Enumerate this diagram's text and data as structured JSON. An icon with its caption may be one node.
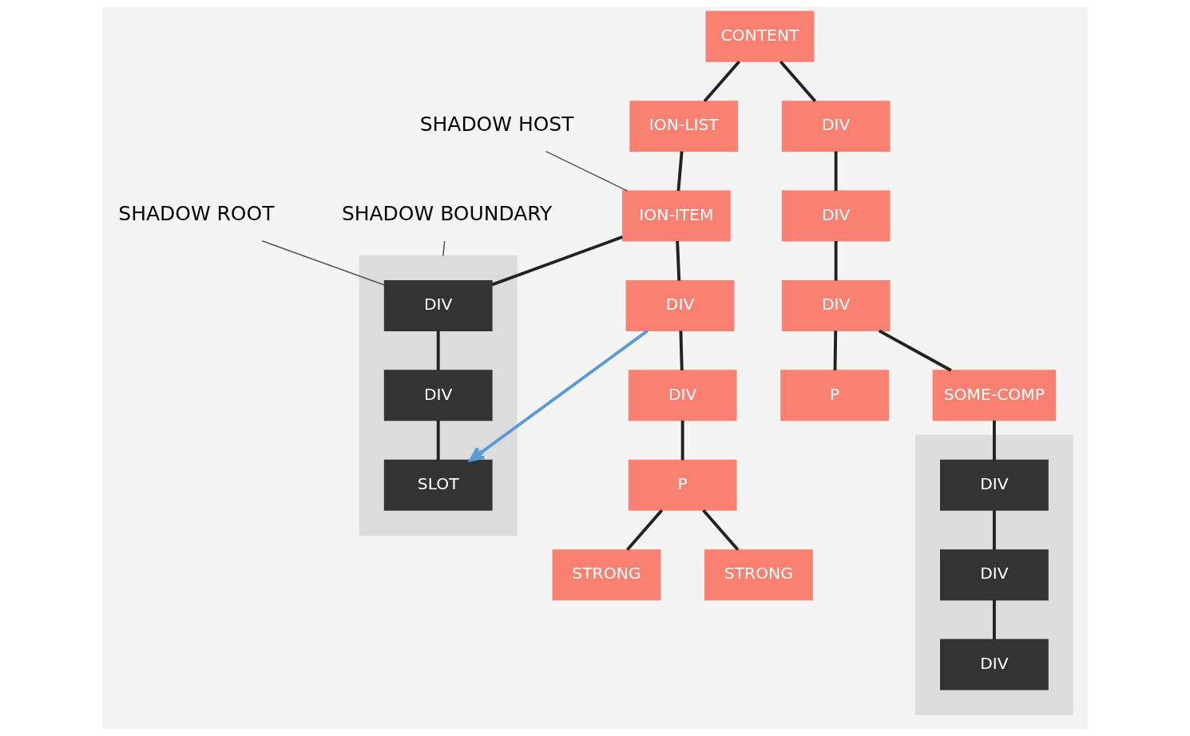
{
  "diagram": {
    "nodes": [
      {
        "text": [
          "CONTENT"
        ]
      },
      {
        "text": [
          "SHADOW HOST"
        ]
      },
      {
        "text": [
          "ION-LIST"
        ]
      },
      {
        "text": [
          "DIV"
        ]
      },
      {
        "text": [
          "SHADOW ROOT"
        ]
      },
      {
        "text": [],
        "shape": "box"
      },
      {
        "text": [
          "DIV"
        ],
        "in": 5
      },
      {
        "text": [
          "DIV"
        ],
        "in": 5
      },
      {
        "text": [
          "SLOT"
        ],
        "in": 5
      },
      {
        "text": [
          "ION-ITEM"
        ]
      },
      {
        "text": [
          "DIV"
        ]
      },
      {
        "text": [
          "DIV"
        ]
      },
      {
        "text": [
          "P"
        ]
      },
      {
        "text": [
          "SOME-COMP"
        ]
      },
      {
        "text": [],
        "shape": "box"
      },
      {
        "text": [
          "DIV"
        ],
        "in": 14
      },
      {
        "text": [
          "DIV"
        ],
        "in": 14
      },
      {
        "text": [
          "DIV"
        ],
        "in": 14
      },
      {
        "text": [
          "DIV"
        ]
      },
      {
        "text": [
          "DIV"
        ]
      },
      {
        "text": [
          "P"
        ]
      },
      {
        "text": [
          "STRONG"
        ]
      },
      {
        "text": [
          "STRONG"
        ]
      },
      {
        "text": [
          "SHADOW BOUNDARY"
        ]
      }
    ],
    "edges": [
      {
        "from": 0,
        "to": 2,
        "arrow": "none"
      },
      {
        "from": 0,
        "to": 3,
        "arrow": "none"
      },
      {
        "from": 2,
        "to": 9,
        "arrow": "none"
      },
      {
        "from": 3,
        "to": 10,
        "arrow": "none"
      },
      {
        "from": 10,
        "to": 11,
        "arrow": "none"
      },
      {
        "from": 11,
        "to": 12,
        "arrow": "none"
      },
      {
        "from": 11,
        "to": 13,
        "arrow": "none"
      },
      {
        "from": 9,
        "to": 6,
        "arrow": "none"
      },
      {
        "from": 6,
        "to": 7,
        "arrow": "none"
      },
      {
        "from": 7,
        "to": 8,
        "arrow": "none"
      },
      {
        "from": 9,
        "to": 18,
        "arrow": "none"
      },
      {
        "from": 18,
        "to": 19,
        "arrow": "none"
      },
      {
        "from": 19,
        "to": 20,
        "arrow": "none"
      },
      {
        "from": 20,
        "to": 21,
        "arrow": "none"
      },
      {
        "from": 20,
        "to": 22,
        "arrow": "none"
      },
      {
        "from": 13,
        "to": 15,
        "arrow": "none"
      },
      {
        "from": 15,
        "to": 16,
        "arrow": "none"
      },
      {
        "from": 16,
        "to": 17,
        "arrow": "none"
      },
      {
        "from": 18,
        "to": 8,
        "arrow": "to",
        "color": "#5b9bd5"
      },
      {
        "from": 1,
        "to": 9,
        "arrow": "none",
        "color": "#555555"
      },
      {
        "from": 4,
        "to": 6,
        "arrow": "none",
        "color": "#555555"
      },
      {
        "from": 23,
        "to": 5,
        "arrow": "none",
        "color": "#555555"
      }
    ]
  }
}
